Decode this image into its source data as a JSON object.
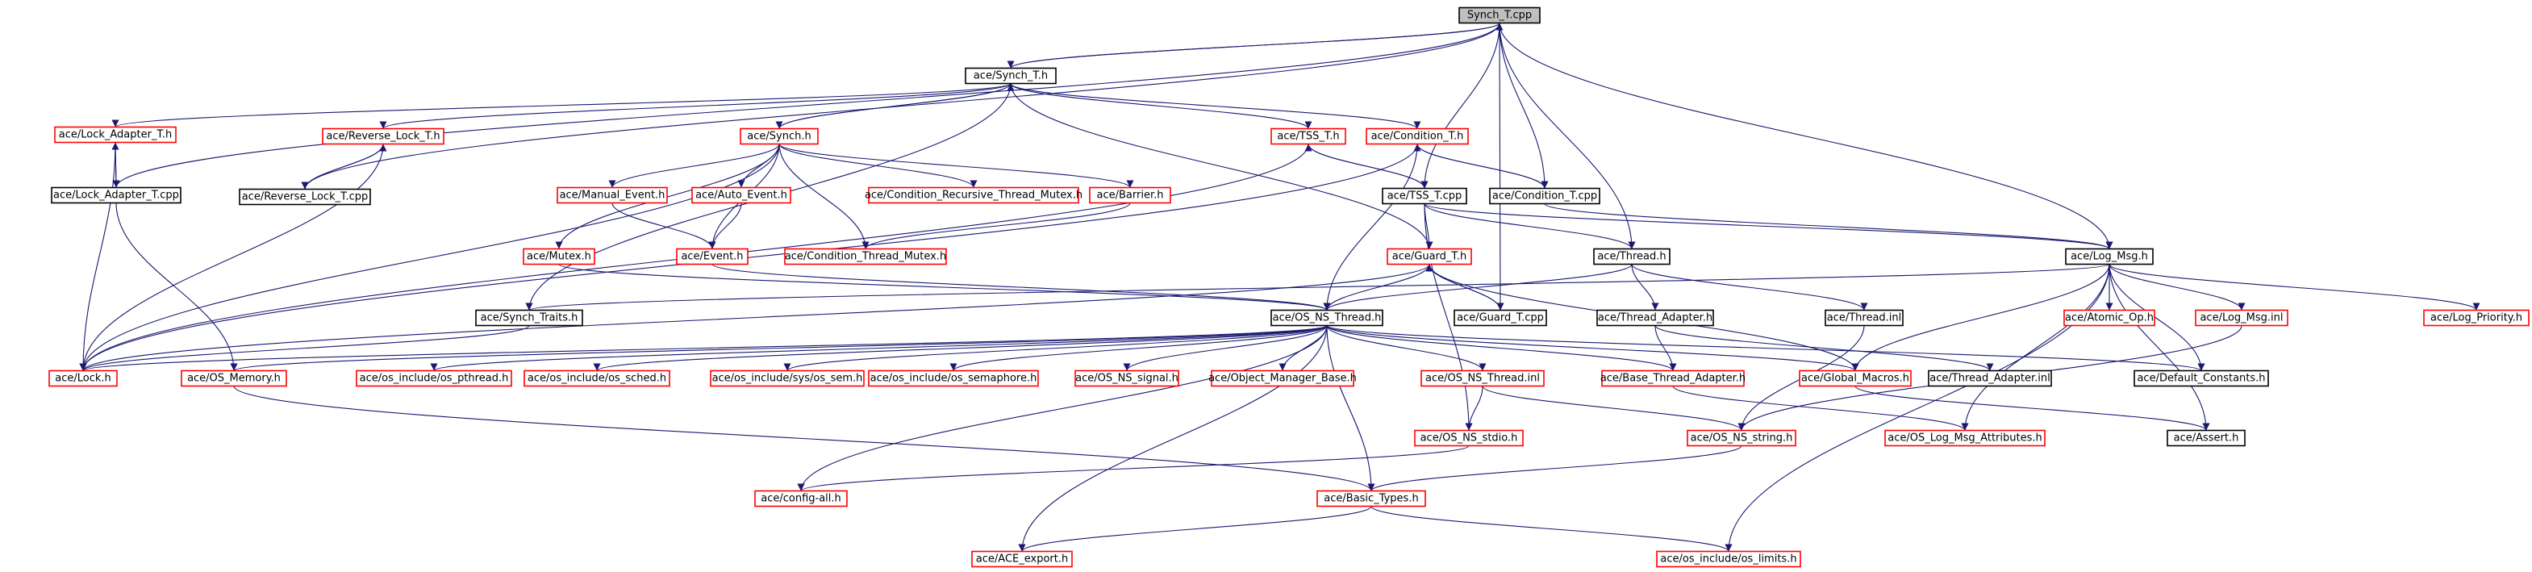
{
  "diagram": {
    "colors": {
      "edge": "#191970",
      "local_border": "#000000",
      "external_border": "#ff0000",
      "root_fill": "#bfbfbf"
    },
    "nodes": [
      {
        "id": "synch_t_cpp",
        "label": "Synch_T.cpp",
        "kind": "root"
      },
      {
        "id": "synch_t_h",
        "label": "ace/Synch_T.h",
        "kind": "local"
      },
      {
        "id": "lock_adapter_t_h",
        "label": "ace/Lock_Adapter_T.h",
        "kind": "ext"
      },
      {
        "id": "reverse_lock_t_h",
        "label": "ace/Reverse_Lock_T.h",
        "kind": "ext"
      },
      {
        "id": "synch_h",
        "label": "ace/Synch.h",
        "kind": "ext"
      },
      {
        "id": "tss_t_h",
        "label": "ace/TSS_T.h",
        "kind": "ext"
      },
      {
        "id": "condition_t_h",
        "label": "ace/Condition_T.h",
        "kind": "ext"
      },
      {
        "id": "lock_adapter_t_cpp",
        "label": "ace/Lock_Adapter_T.cpp",
        "kind": "local"
      },
      {
        "id": "reverse_lock_t_cpp",
        "label": "ace/Reverse_Lock_T.cpp",
        "kind": "local"
      },
      {
        "id": "manual_event_h",
        "label": "ace/Manual_Event.h",
        "kind": "ext"
      },
      {
        "id": "auto_event_h",
        "label": "ace/Auto_Event.h",
        "kind": "ext"
      },
      {
        "id": "cond_recursive_h",
        "label": "ace/Condition_Recursive_Thread_Mutex.h",
        "kind": "ext"
      },
      {
        "id": "barrier_h",
        "label": "ace/Barrier.h",
        "kind": "ext"
      },
      {
        "id": "tss_t_cpp",
        "label": "ace/TSS_T.cpp",
        "kind": "local"
      },
      {
        "id": "condition_t_cpp",
        "label": "ace/Condition_T.cpp",
        "kind": "local"
      },
      {
        "id": "mutex_h",
        "label": "ace/Mutex.h",
        "kind": "ext"
      },
      {
        "id": "event_h",
        "label": "ace/Event.h",
        "kind": "ext"
      },
      {
        "id": "cond_thread_mutex_h",
        "label": "ace/Condition_Thread_Mutex.h",
        "kind": "ext"
      },
      {
        "id": "guard_t_h",
        "label": "ace/Guard_T.h",
        "kind": "ext"
      },
      {
        "id": "thread_h",
        "label": "ace/Thread.h",
        "kind": "local"
      },
      {
        "id": "log_msg_h",
        "label": "ace/Log_Msg.h",
        "kind": "local"
      },
      {
        "id": "synch_traits_h",
        "label": "ace/Synch_Traits.h",
        "kind": "local"
      },
      {
        "id": "os_ns_thread_h",
        "label": "ace/OS_NS_Thread.h",
        "kind": "local"
      },
      {
        "id": "guard_t_cpp",
        "label": "ace/Guard_T.cpp",
        "kind": "local"
      },
      {
        "id": "thread_adapter_h",
        "label": "ace/Thread_Adapter.h",
        "kind": "local"
      },
      {
        "id": "thread_inl",
        "label": "ace/Thread.inl",
        "kind": "local"
      },
      {
        "id": "atomic_op_h",
        "label": "ace/Atomic_Op.h",
        "kind": "ext"
      },
      {
        "id": "log_msg_inl",
        "label": "ace/Log_Msg.inl",
        "kind": "ext"
      },
      {
        "id": "log_priority_h",
        "label": "ace/Log_Priority.h",
        "kind": "ext"
      },
      {
        "id": "lock_h",
        "label": "ace/Lock.h",
        "kind": "ext"
      },
      {
        "id": "os_memory_h",
        "label": "ace/OS_Memory.h",
        "kind": "ext"
      },
      {
        "id": "os_pthread_h",
        "label": "ace/os_include/os_pthread.h",
        "kind": "ext"
      },
      {
        "id": "os_sched_h",
        "label": "ace/os_include/os_sched.h",
        "kind": "ext"
      },
      {
        "id": "os_sys_sem_h",
        "label": "ace/os_include/sys/os_sem.h",
        "kind": "ext"
      },
      {
        "id": "os_semaphore_h",
        "label": "ace/os_include/os_semaphore.h",
        "kind": "ext"
      },
      {
        "id": "os_ns_signal_h",
        "label": "ace/OS_NS_signal.h",
        "kind": "ext"
      },
      {
        "id": "object_manager_base_h",
        "label": "ace/Object_Manager_Base.h",
        "kind": "ext"
      },
      {
        "id": "os_ns_thread_inl",
        "label": "ace/OS_NS_Thread.inl",
        "kind": "ext"
      },
      {
        "id": "base_thread_adapter_h",
        "label": "ace/Base_Thread_Adapter.h",
        "kind": "ext"
      },
      {
        "id": "global_macros_h",
        "label": "ace/Global_Macros.h",
        "kind": "ext"
      },
      {
        "id": "thread_adapter_inl",
        "label": "ace/Thread_Adapter.inl",
        "kind": "local"
      },
      {
        "id": "default_constants_h",
        "label": "ace/Default_Constants.h",
        "kind": "local"
      },
      {
        "id": "os_ns_stdio_h",
        "label": "ace/OS_NS_stdio.h",
        "kind": "ext"
      },
      {
        "id": "os_ns_string_h",
        "label": "ace/OS_NS_string.h",
        "kind": "ext"
      },
      {
        "id": "os_log_msg_attr_h",
        "label": "ace/OS_Log_Msg_Attributes.h",
        "kind": "ext"
      },
      {
        "id": "assert_h",
        "label": "ace/Assert.h",
        "kind": "local"
      },
      {
        "id": "config_all_h",
        "label": "ace/config-all.h",
        "kind": "ext"
      },
      {
        "id": "basic_types_h",
        "label": "ace/Basic_Types.h",
        "kind": "ext"
      },
      {
        "id": "ace_export_h",
        "label": "ace/ACE_export.h",
        "kind": "ext"
      },
      {
        "id": "os_limits_h",
        "label": "ace/os_include/os_limits.h",
        "kind": "ext"
      }
    ],
    "edges": [
      [
        "synch_t_cpp",
        "synch_t_h"
      ],
      [
        "synch_t_cpp",
        "lock_adapter_t_cpp"
      ],
      [
        "synch_t_cpp",
        "reverse_lock_t_cpp"
      ],
      [
        "synch_t_cpp",
        "tss_t_cpp"
      ],
      [
        "synch_t_cpp",
        "condition_t_cpp"
      ],
      [
        "synch_t_cpp",
        "thread_h"
      ],
      [
        "synch_t_cpp",
        "log_msg_h"
      ],
      [
        "synch_t_cpp",
        "guard_t_cpp"
      ],
      [
        "synch_t_h",
        "synch_t_cpp"
      ],
      [
        "synch_t_h",
        "lock_adapter_t_h"
      ],
      [
        "synch_t_h",
        "reverse_lock_t_h"
      ],
      [
        "synch_t_h",
        "synch_h"
      ],
      [
        "synch_t_h",
        "tss_t_h"
      ],
      [
        "synch_t_h",
        "condition_t_h"
      ],
      [
        "synch_t_h",
        "synch_traits_h"
      ],
      [
        "synch_t_h",
        "guard_t_h"
      ],
      [
        "lock_adapter_t_h",
        "lock_adapter_t_cpp"
      ],
      [
        "lock_adapter_t_h",
        "lock_h"
      ],
      [
        "lock_adapter_t_cpp",
        "lock_adapter_t_h"
      ],
      [
        "lock_adapter_t_cpp",
        "os_memory_h"
      ],
      [
        "reverse_lock_t_h",
        "reverse_lock_t_cpp"
      ],
      [
        "reverse_lock_t_h",
        "lock_h"
      ],
      [
        "reverse_lock_t_cpp",
        "reverse_lock_t_h"
      ],
      [
        "synch_h",
        "synch_t_h"
      ],
      [
        "synch_h",
        "manual_event_h"
      ],
      [
        "synch_h",
        "auto_event_h"
      ],
      [
        "synch_h",
        "cond_recursive_h"
      ],
      [
        "synch_h",
        "barrier_h"
      ],
      [
        "synch_h",
        "mutex_h"
      ],
      [
        "synch_h",
        "event_h"
      ],
      [
        "synch_h",
        "cond_thread_mutex_h"
      ],
      [
        "synch_h",
        "lock_h"
      ],
      [
        "manual_event_h",
        "event_h"
      ],
      [
        "auto_event_h",
        "event_h"
      ],
      [
        "barrier_h",
        "cond_thread_mutex_h"
      ],
      [
        "mutex_h",
        "os_ns_thread_h"
      ],
      [
        "event_h",
        "os_ns_thread_h"
      ],
      [
        "tss_t_h",
        "tss_t_cpp"
      ],
      [
        "tss_t_h",
        "lock_h"
      ],
      [
        "tss_t_cpp",
        "tss_t_h"
      ],
      [
        "tss_t_cpp",
        "guard_t_h"
      ],
      [
        "tss_t_cpp",
        "thread_h"
      ],
      [
        "tss_t_cpp",
        "log_msg_h"
      ],
      [
        "tss_t_cpp",
        "os_ns_stdio_h"
      ],
      [
        "condition_t_h",
        "condition_t_cpp"
      ],
      [
        "condition_t_h",
        "os_ns_thread_h"
      ],
      [
        "condition_t_h",
        "lock_h"
      ],
      [
        "condition_t_cpp",
        "condition_t_h"
      ],
      [
        "condition_t_cpp",
        "log_msg_h"
      ],
      [
        "guard_t_h",
        "guard_t_cpp"
      ],
      [
        "guard_t_h",
        "os_ns_thread_h"
      ],
      [
        "guard_t_h",
        "lock_h"
      ],
      [
        "guard_t_h",
        "global_macros_h"
      ],
      [
        "guard_t_cpp",
        "guard_t_h"
      ],
      [
        "thread_h",
        "thread_adapter_h"
      ],
      [
        "thread_h",
        "thread_inl"
      ],
      [
        "thread_h",
        "os_ns_thread_h"
      ],
      [
        "thread_adapter_h",
        "base_thread_adapter_h"
      ],
      [
        "thread_adapter_h",
        "thread_adapter_inl"
      ],
      [
        "thread_inl",
        "os_ns_string_h"
      ],
      [
        "log_msg_h",
        "synch_traits_h"
      ],
      [
        "log_msg_h",
        "atomic_op_h"
      ],
      [
        "log_msg_h",
        "log_msg_inl"
      ],
      [
        "log_msg_h",
        "log_priority_h"
      ],
      [
        "log_msg_h",
        "default_constants_h"
      ],
      [
        "log_msg_h",
        "global_macros_h"
      ],
      [
        "log_msg_h",
        "assert_h"
      ],
      [
        "log_msg_h",
        "os_limits_h"
      ],
      [
        "log_msg_h",
        "os_log_msg_attr_h"
      ],
      [
        "log_msg_inl",
        "os_ns_string_h"
      ],
      [
        "synch_traits_h",
        "lock_h"
      ],
      [
        "os_ns_thread_h",
        "lock_h"
      ],
      [
        "os_ns_thread_h",
        "os_memory_h"
      ],
      [
        "os_ns_thread_h",
        "os_pthread_h"
      ],
      [
        "os_ns_thread_h",
        "os_sched_h"
      ],
      [
        "os_ns_thread_h",
        "os_sys_sem_h"
      ],
      [
        "os_ns_thread_h",
        "os_semaphore_h"
      ],
      [
        "os_ns_thread_h",
        "os_ns_signal_h"
      ],
      [
        "os_ns_thread_h",
        "object_manager_base_h"
      ],
      [
        "os_ns_thread_h",
        "os_ns_thread_inl"
      ],
      [
        "os_ns_thread_h",
        "base_thread_adapter_h"
      ],
      [
        "os_ns_thread_h",
        "global_macros_h"
      ],
      [
        "os_ns_thread_h",
        "default_constants_h"
      ],
      [
        "os_ns_thread_h",
        "basic_types_h"
      ],
      [
        "os_ns_thread_h",
        "config_all_h"
      ],
      [
        "os_ns_thread_h",
        "ace_export_h"
      ],
      [
        "os_ns_thread_inl",
        "os_ns_stdio_h"
      ],
      [
        "os_ns_thread_inl",
        "os_ns_string_h"
      ],
      [
        "base_thread_adapter_h",
        "os_log_msg_attr_h"
      ],
      [
        "global_macros_h",
        "assert_h"
      ],
      [
        "os_memory_h",
        "basic_types_h"
      ],
      [
        "os_ns_stdio_h",
        "config_all_h"
      ],
      [
        "os_ns_string_h",
        "basic_types_h"
      ],
      [
        "basic_types_h",
        "ace_export_h"
      ],
      [
        "basic_types_h",
        "os_limits_h"
      ]
    ]
  }
}
